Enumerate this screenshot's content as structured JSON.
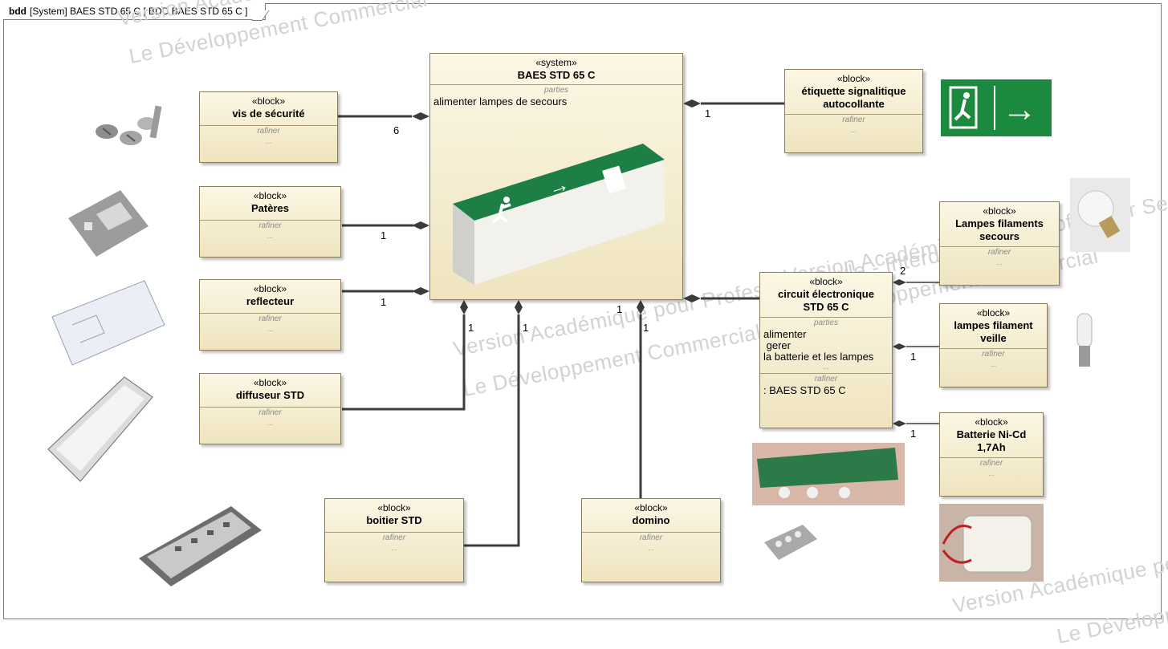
{
  "frame": {
    "kind": "bdd",
    "title": "[System] BAES STD 65 C [ BDD BAES STD 65 C ]"
  },
  "watermarks": [
    "Version Académique pour Professeur Seule - Interdit pour",
    "Le Développement Commercial",
    "Version Académique pour Professeur Seule - Interdit pour",
    "Le Développement Commercial",
    "Version Académique pour Professeur Seule",
    "Le Développement Commercial",
    "Version Académique pour Professeur Seule - Interdit pour",
    "Le Développement Commercial"
  ],
  "system": {
    "stereotype": "«system»",
    "name": "BAES STD 65 C",
    "compartment": "parties",
    "parts": [
      "alimenter lampes de secours"
    ]
  },
  "blocks": {
    "vis": {
      "stereotype": "«block»",
      "name": "vis de sécurité",
      "compartment": "rafiner",
      "dots": "..."
    },
    "pateres": {
      "stereotype": "«block»",
      "name": "Patères",
      "compartment": "rafiner",
      "dots": "..."
    },
    "reflecteur": {
      "stereotype": "«block»",
      "name": "reflecteur",
      "compartment": "rafiner",
      "dots": "..."
    },
    "diffuseur": {
      "stereotype": "«block»",
      "name": "diffuseur STD",
      "compartment": "rafiner",
      "dots": "..."
    },
    "boitier": {
      "stereotype": "«block»",
      "name": "boitier STD",
      "compartment": "rafiner",
      "dots": "..."
    },
    "domino": {
      "stereotype": "«block»",
      "name": "domino",
      "compartment": "rafiner",
      "dots": "..."
    },
    "etiquette": {
      "stereotype": "«block»",
      "name1": "étiquette signalitique",
      "name2": "autocollante",
      "compartment": "rafiner",
      "dots": "..."
    },
    "circuit": {
      "stereotype": "«block»",
      "name1": "circuit électronique",
      "name2": "STD 65 C",
      "compartment": "parties",
      "parts": [
        "alimenter",
        " gerer",
        "la batterie et les lampes"
      ],
      "dots": "...",
      "compartment2": "rafiner",
      "refine": ": BAES STD 65 C"
    },
    "lampes_secours": {
      "stereotype": "«block»",
      "name1": "Lampes filaments",
      "name2": "secours",
      "compartment": "rafiner",
      "dots": "..."
    },
    "lampes_veille": {
      "stereotype": "«block»",
      "name1": "lampes filament",
      "name2": "veille",
      "compartment": "rafiner",
      "dots": "..."
    },
    "batterie": {
      "stereotype": "«block»",
      "name1": "Batterie Ni-Cd",
      "name2": "1,7Ah",
      "compartment": "rafiner",
      "dots": "..."
    }
  },
  "multiplicities": {
    "vis": "6",
    "pateres": "1",
    "reflecteur": "1",
    "diffuseur": "1",
    "boitier": "1",
    "system_top": "1",
    "domino": "1",
    "etiquette": "1",
    "lampes_secours": "2",
    "lampes_veille": "1",
    "batterie": "1"
  },
  "pictogram": {
    "arrow": "→"
  },
  "colors": {
    "block_fill": "#f3ebcc",
    "block_border": "#8a7d58",
    "link": "#3c3c3c",
    "exit_green": "#1b8a3f"
  }
}
